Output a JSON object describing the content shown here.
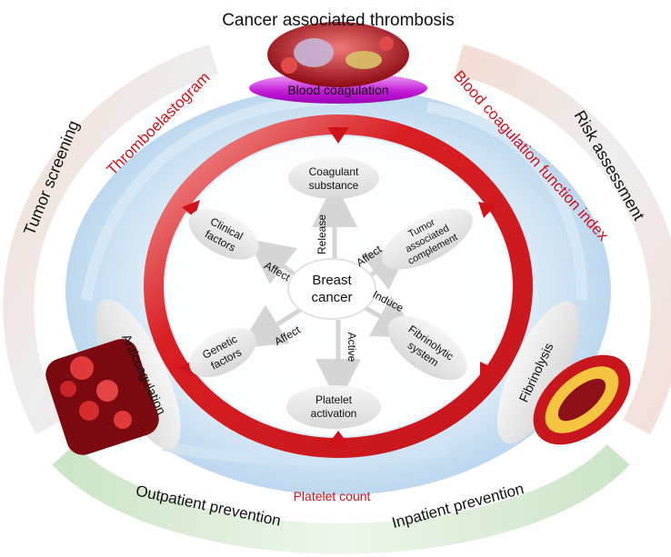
{
  "title": "Cancer associated thrombosis",
  "top_label": "Blood coagulation",
  "center": {
    "line1": "Breast",
    "line2": "cancer"
  },
  "nodes": {
    "coagulant": [
      "Coagulant",
      "substance"
    ],
    "clinical": [
      "Clinical",
      "factors"
    ],
    "tumor": [
      "Tumor",
      "associated",
      "complement"
    ],
    "genetic": [
      "Genetic",
      "factors"
    ],
    "fibrinolytic": [
      "Fibrinolytic",
      "system"
    ],
    "platelet": [
      "Platelet",
      "activation"
    ]
  },
  "edges": {
    "release": "Release",
    "affect_clinical": "Affect",
    "affect_tumor": "Affect",
    "induce": "Induce",
    "affect_genetic": "Affect",
    "active": "Active"
  },
  "sides": {
    "anticoagulation": "Anticoagulation",
    "fibrinolysis": "Fibrinolysis"
  },
  "red_labels": {
    "thromboelastogram": "Thromboelastogram",
    "coag_index": "Blood coagulation function index",
    "platelet_count": "Platelet count"
  },
  "outer_labels": {
    "tumor_screening": "Tumor screening",
    "risk_assessment": "Risk assessment",
    "outpatient": "Outpatient prevention",
    "inpatient": "Inpatient prevention"
  },
  "colors": {
    "red": "#d0121b",
    "ring_red": "#d81e22",
    "node_gray": "#e6e6e6",
    "glow_blue": "#bcd8ef",
    "purple": "#b000c8"
  },
  "icons": {
    "top": "thrombus-illustration",
    "left": "red-blood-cells-illustration",
    "right": "blood-vessel-clot-illustration"
  }
}
